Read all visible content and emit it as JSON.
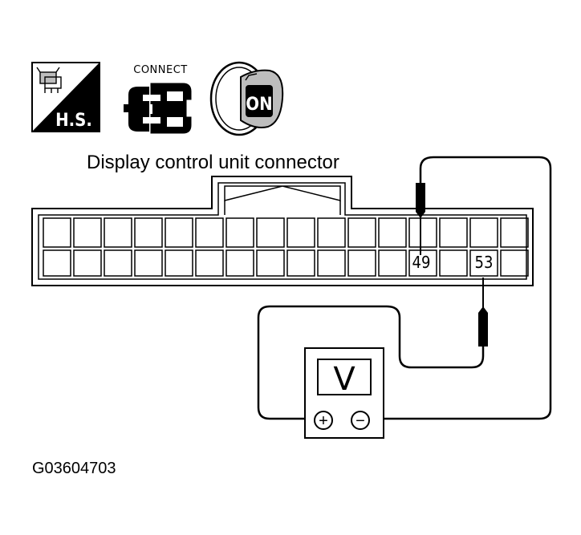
{
  "icons": {
    "harness_side_label": "H.S.",
    "connect_label": "CONNECT",
    "ignition_label": "ON"
  },
  "connector": {
    "title": "Display control unit connector",
    "positive_pin": "49",
    "negative_pin": "53"
  },
  "meter": {
    "symbol": "V",
    "positive_symbol": "+",
    "negative_symbol": "−"
  },
  "figure_code": "G03604703",
  "colors": {
    "ink": "#000000",
    "background": "#ffffff",
    "icon_gray": "#bdbdbd"
  }
}
